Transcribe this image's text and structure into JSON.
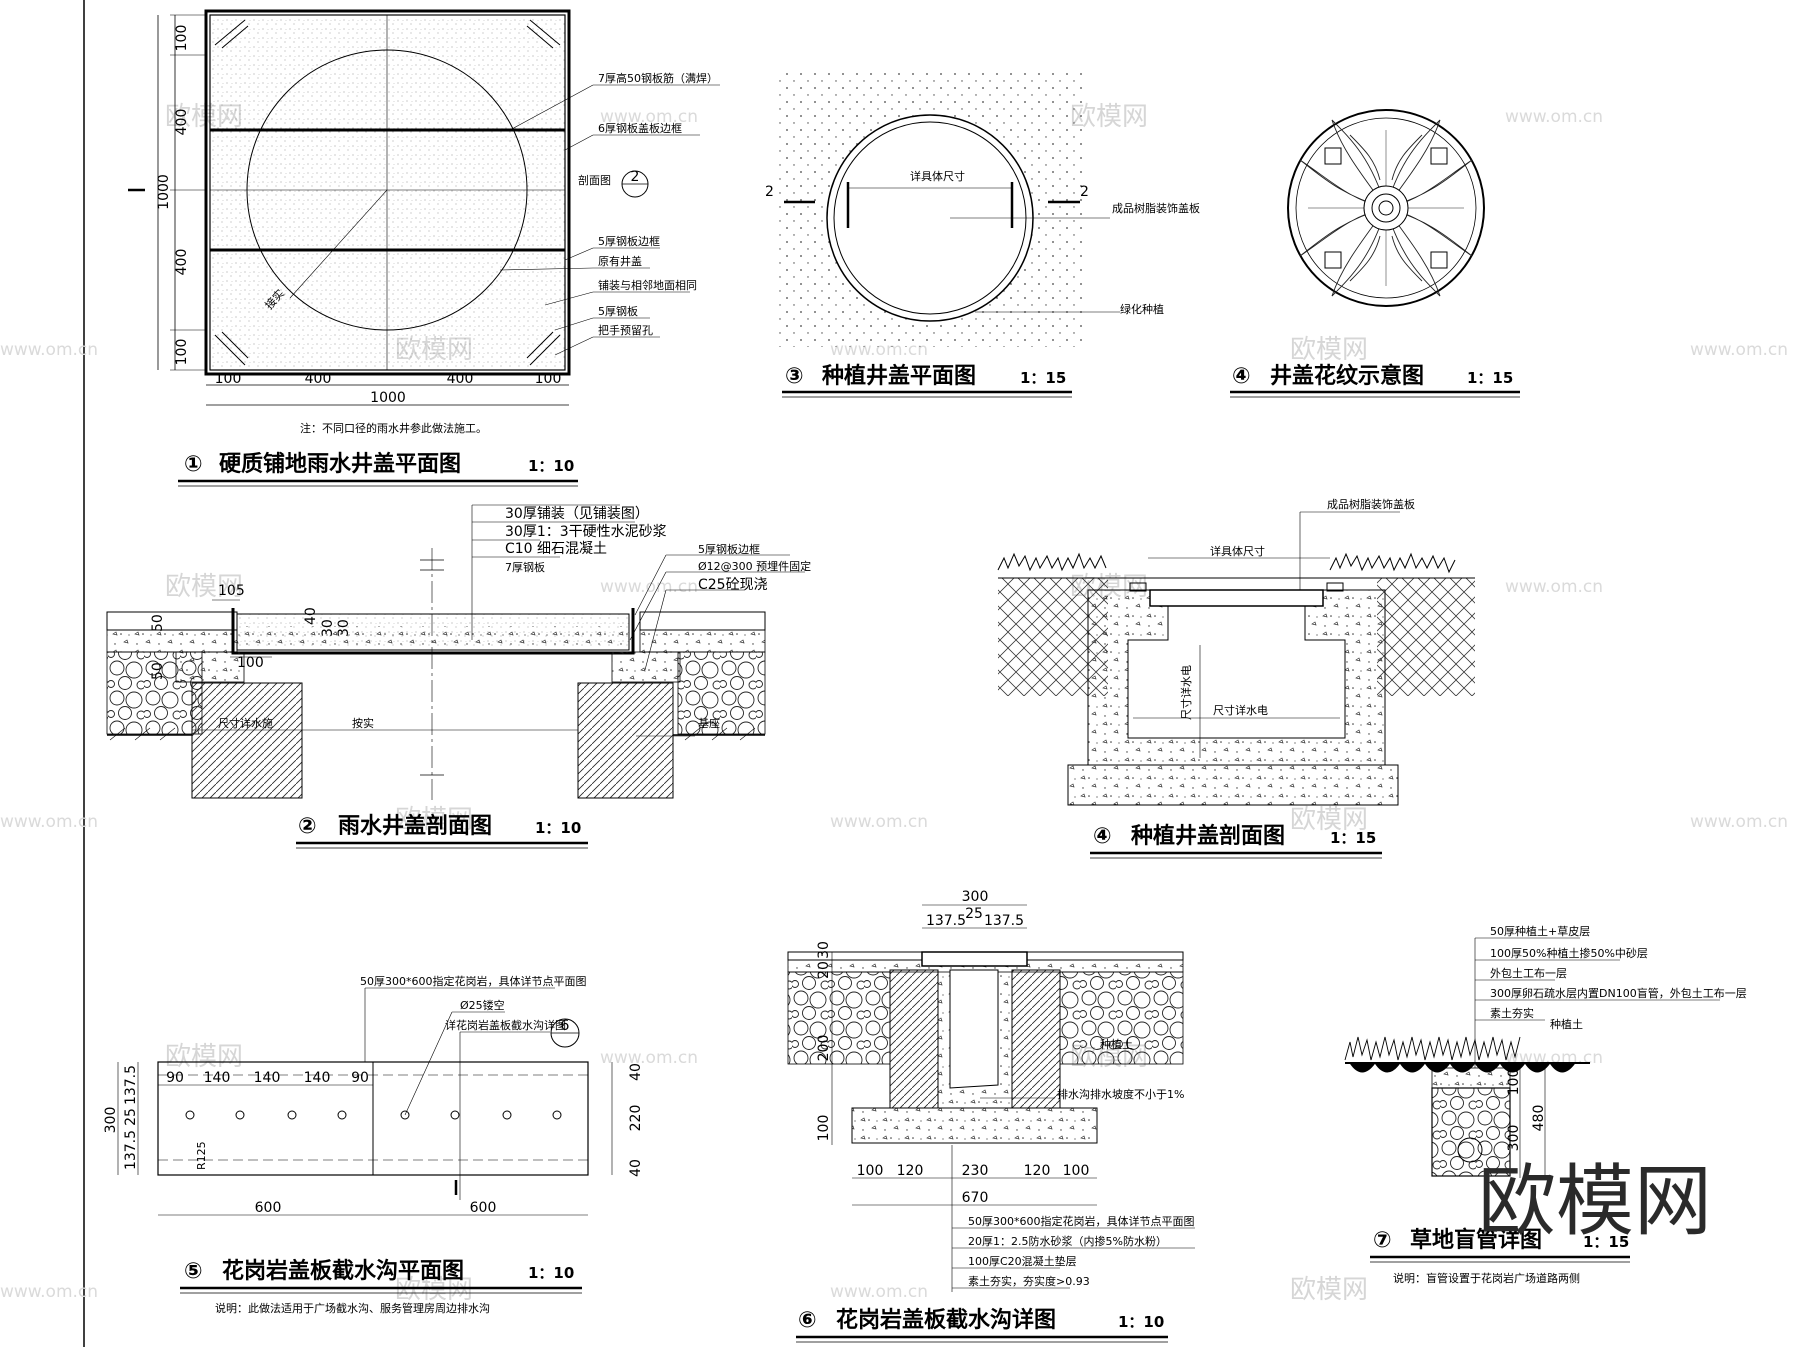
{
  "watermark": {
    "text": "欧模网",
    "url": "www.om.cn",
    "big": "欧模网"
  },
  "d1": {
    "title": "硬质铺地雨水井盖平面图",
    "circ": "①",
    "scale": "1：10",
    "dims_left": [
      "100",
      "400",
      "1000",
      "400",
      "100"
    ],
    "dims_bottom": [
      "100",
      "400",
      "400",
      "100"
    ],
    "dim_total": "1000",
    "notes": [
      "7厚高50钢板筋（满焊）",
      "6厚钢板盖板边框",
      "剖面图",
      "5厚钢板边框",
      "原有井盖",
      "铺装与相邻地面相同",
      "5厚钢板",
      "把手预留孔"
    ],
    "section_no": "2",
    "diag_label": "接实",
    "note": "注：不同口径的雨水井参此做法施工。"
  },
  "d2": {
    "title": "雨水井盖剖面图",
    "circ": "②",
    "scale": "1：10",
    "notes_top": [
      "30厚铺装（见铺装图）",
      "30厚1：3干硬性水泥砂浆",
      "C10  细石混凝土",
      "7厚钢板"
    ],
    "notes_right": [
      "5厚钢板边框",
      "Ø12@300 预埋件固定",
      "C25砼现浇"
    ],
    "dims": [
      "105",
      "100",
      "40",
      "30",
      "30",
      "50",
      "50"
    ],
    "labels": [
      "尺寸详水施",
      "按实",
      "基座"
    ]
  },
  "d3": {
    "title": "种植井盖平面图",
    "circ": "③",
    "scale": "1：15",
    "labels": [
      "详具体尺寸",
      "成品树脂装饰盖板",
      "绿化种植"
    ],
    "section": "2"
  },
  "d4a": {
    "title": "井盖花纹示意图",
    "circ": "④",
    "scale": "1：15"
  },
  "d4b": {
    "title": "种植井盖剖面图",
    "circ": "④",
    "scale": "1：15",
    "labels": [
      "成品树脂装饰盖板",
      "详具体尺寸",
      "尺寸详水电",
      "尺寸详水电"
    ]
  },
  "d5": {
    "title": "花岗岩盖板截水沟平面图",
    "circ": "⑤",
    "scale": "1：10",
    "notes": [
      "50厚300*600指定花岗岩，具体详节点平面图",
      "Ø25镂空",
      "详花岗岩盖板截水沟详图"
    ],
    "section_no": "6",
    "dims_top": [
      "90",
      "140",
      "140",
      "140",
      "90"
    ],
    "dims_left": [
      "300",
      "137.5",
      "25",
      "137.5"
    ],
    "dims_right": [
      "40",
      "220",
      "40"
    ],
    "dims_bottom": [
      "600",
      "600"
    ],
    "radius": "R125",
    "remark": "说明：此做法适用于广场截水沟、服务管理房周边排水沟"
  },
  "d6": {
    "title": "花岗岩盖板截水沟详图",
    "circ": "⑥",
    "scale": "1：10",
    "dims_top": [
      "300",
      "137.5",
      "25",
      "137.5"
    ],
    "dims_left": [
      "20",
      "30",
      "200",
      "100"
    ],
    "dims_bottom": [
      "100",
      "120",
      "230",
      "120",
      "100"
    ],
    "dim_total": "670",
    "labels": [
      "种植土",
      "排水沟排水坡度不小于1%"
    ],
    "notes": [
      "50厚300*600指定花岗岩，具体详节点平面图",
      "20厚1：2.5防水砂浆（内掺5%防水粉）",
      "100厚C20混凝土垫层",
      "素土夯实，夯实度>0.93"
    ]
  },
  "d7": {
    "title": "草地盲管详图",
    "circ": "⑦",
    "scale": "1：15",
    "notes": [
      "50厚种植土+草皮层",
      "100厚50%种植土掺50%中砂层",
      "外包土工布一层",
      "300厚卵石疏水层内置DN100盲管，外包土工布一层",
      "素土夯实"
    ],
    "labels": [
      "种植土"
    ],
    "dims": [
      "100",
      "300",
      "480"
    ],
    "remark": "说明：盲管设置于花岗岩广场道路两侧"
  }
}
